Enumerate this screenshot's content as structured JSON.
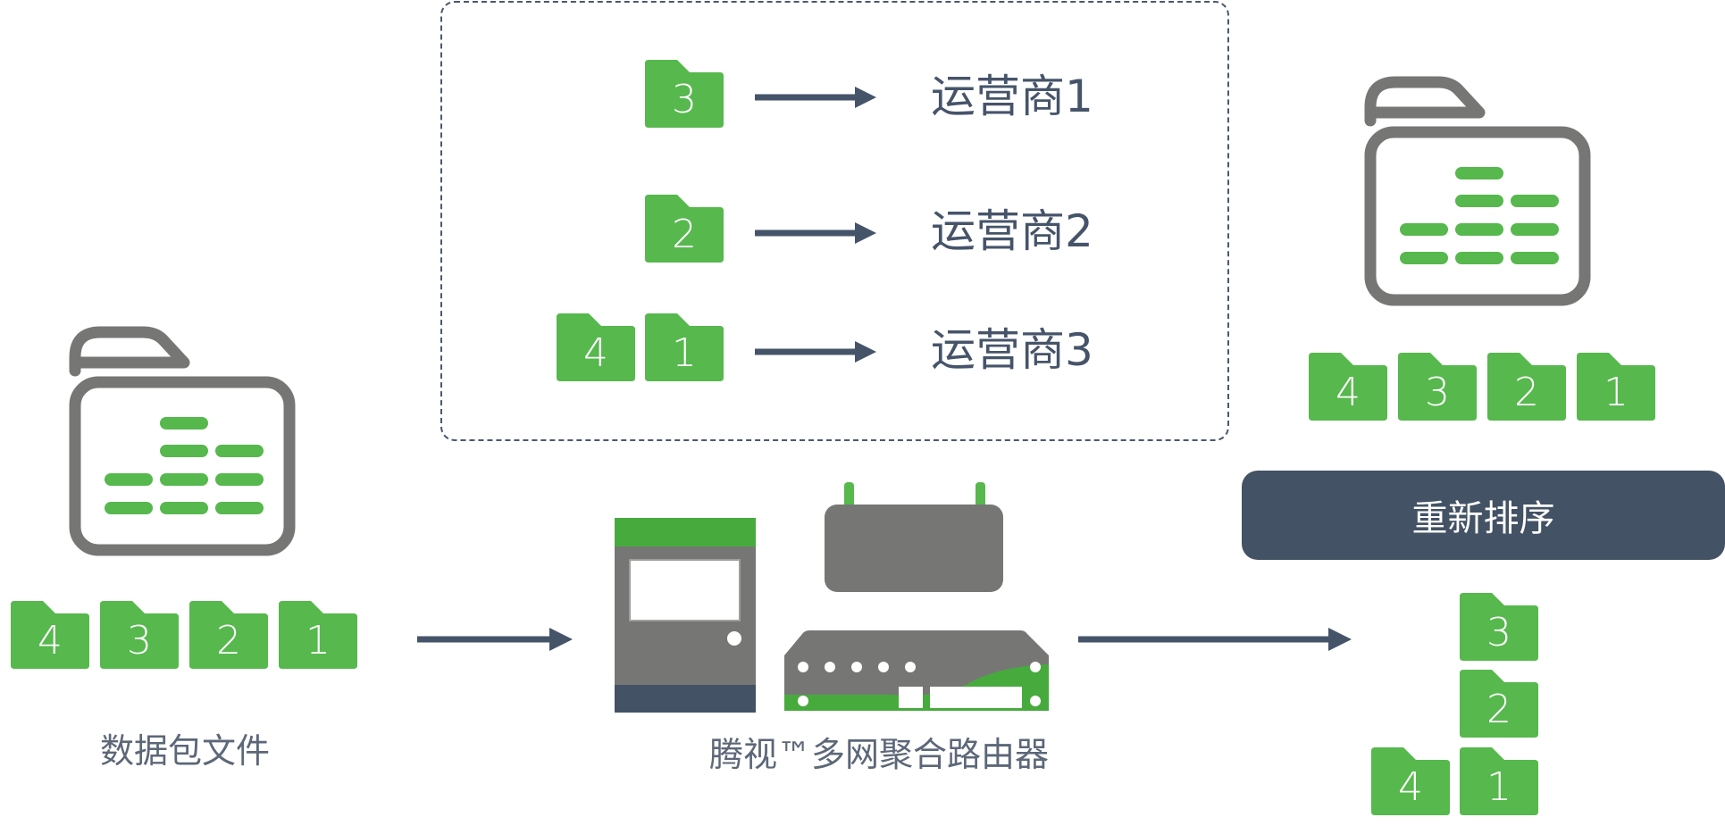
{
  "colors": {
    "green": "#56b84d",
    "green_dark": "#46ab3c",
    "gray": "#767775",
    "navy": "#435265",
    "arrow": "#46546a",
    "text": "#5c6778"
  },
  "icons": {
    "file_icon": "data-file-icon",
    "packet_icon": "folder-icon",
    "server_icon": "server-cabinet-icon",
    "router_icon": "wifi-router-icon",
    "switch_icon": "network-switch-icon"
  },
  "source": {
    "caption": "数据包文件",
    "packets": [
      "4",
      "3",
      "2",
      "1"
    ]
  },
  "device": {
    "caption": "腾视™多网聚合路由器"
  },
  "carriers": [
    {
      "packets": [
        "3"
      ],
      "label": "运营商1"
    },
    {
      "packets": [
        "2"
      ],
      "label": "运营商2"
    },
    {
      "packets": [
        "4",
        "1"
      ],
      "label": "运营商3"
    }
  ],
  "received": {
    "col_top": "3",
    "col_mid": "2",
    "row_left": "4",
    "row_right": "1"
  },
  "reorder_button": "重新排序",
  "result": {
    "packets": [
      "4",
      "3",
      "2",
      "1"
    ]
  }
}
